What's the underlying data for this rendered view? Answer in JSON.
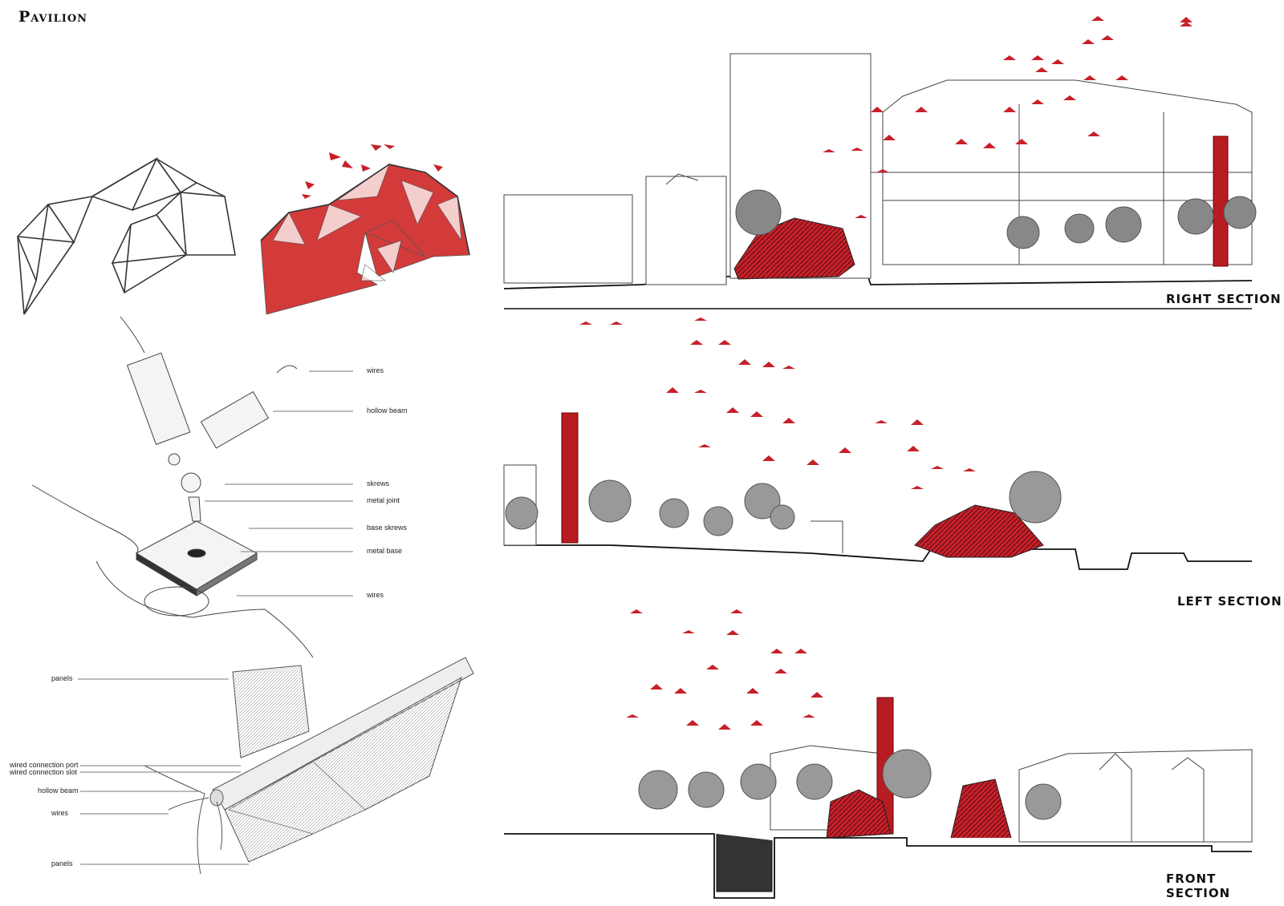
{
  "page_title": "Pavilion",
  "sections": {
    "right": "RIGHT SECTION",
    "left": "LEFT SECTION",
    "front": "FRONT SECTION"
  },
  "joint_callouts": {
    "wires_top": "wires",
    "hollow_beam": "hollow beam",
    "skrews": "skrews",
    "metal_joint": "metal joint",
    "base_skrews": "base skrews",
    "metal_base": "metal base",
    "wires_bottom": "wires"
  },
  "panel_callouts": {
    "panels_top": "panels",
    "wired_connection_port": "wired connection port",
    "wired_connection_slot": "wired connection slot",
    "hollow_beam": "hollow beam",
    "wires": "wires",
    "panels_bottom": "panels"
  },
  "colors": {
    "accent_red": "#c8202a",
    "line": "#333333"
  }
}
